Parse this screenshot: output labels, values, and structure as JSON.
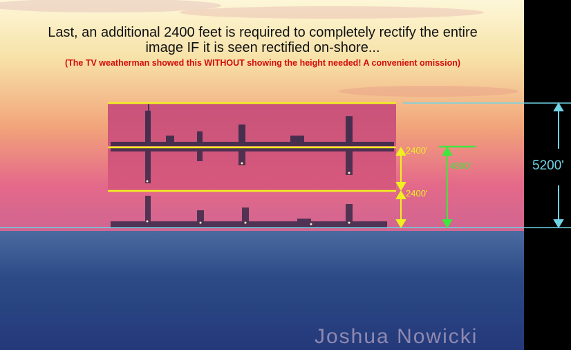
{
  "slide": {
    "title_line1": "Last, an additional 2400 feet is required to completely rectify the entire",
    "title_line2": "image IF it is seen rectified on-shore...",
    "subtitle": "(The TV weatherman showed this WITHOUT showing the height needed! A convenient omission)"
  },
  "annotations": {
    "upper_label": "2400'",
    "lower_label": "2400'",
    "green_label": "4800'",
    "total_label": "5200'"
  },
  "watermark": "Joshua Nowicki",
  "colors": {
    "title": "#111111",
    "subtitle": "#d40a0a",
    "yellow": "#f0f020",
    "green": "#3ee63e",
    "cyan": "#6fd4e6",
    "sky_top": "#f6f0c8",
    "sky_bottom": "#e06a8a",
    "sea": "#3a5a94"
  }
}
